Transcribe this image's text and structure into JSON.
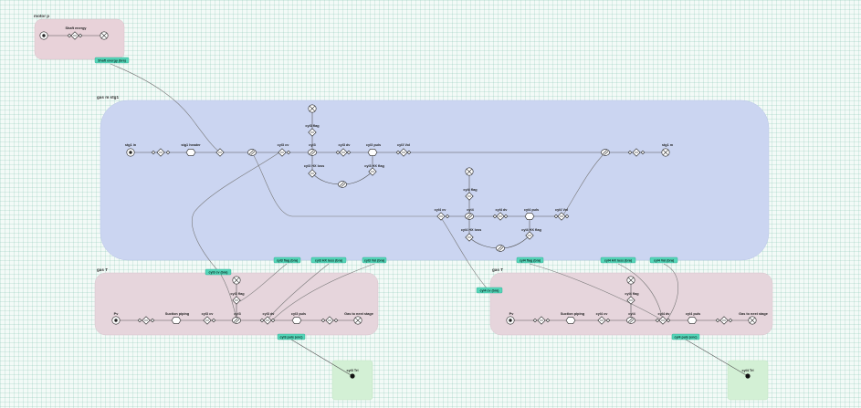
{
  "colors": {
    "motor_box": "#e8d2d9",
    "gas_stage_box": "#cbd5f1",
    "gas_box": "#e6d5dc",
    "sink_box": "#d3f0d5",
    "tag": "#55d6b9"
  },
  "boxes": {
    "motor": "motor p",
    "gas_stg1": "gas m stg1",
    "gas_t_left": "gas T",
    "gas_t_right": "gas T"
  },
  "tags": {
    "shaft_energy": "Shaft energy (bra)",
    "cyl3_cv": "cyl3 cv (bra)",
    "cyl3_flag": "cyl3 flag (bra)",
    "cyl3_hx_loss": "cyl3 HX loss (bra)",
    "cyl3_vol": "cyl3 Vol (bra)",
    "cyl3_puls": "cyl3 puls (enc)",
    "cyl4_cv": "cyl4 cv (bra)",
    "cyl4_flag": "cyl4 flag (bra)",
    "cyl4_hx_loss": "cyl4 HX loss (bra)",
    "cyl4_vol": "cyl4 Vol (bra)",
    "cyl4_puls": "cyl4 puls (enc)"
  },
  "motor": {
    "shaft": "Shaft energy"
  },
  "stg1": {
    "stg1_in": "stg1 in",
    "stg1_header": "stg1 header",
    "top": {
      "cv": "cyl3 cv",
      "flag": "cyl3 flag",
      "cyl": "cyl3",
      "dv": "cyl3 dv",
      "puls": "cyl3 puls",
      "vol": "cyl3 Vol",
      "hx_loss": "cyl3 HX loss",
      "hx_flag": "cyl3 HX flag"
    },
    "mid": {
      "cv": "cyl4 cv",
      "flag": "cyl4 flag",
      "cyl": "cyl4",
      "dv": "cyl4 dv",
      "puls": "cyl4 puls",
      "vol": "cyl4 Vol",
      "hx_loss": "cyl4 HX loss",
      "hx_flag": "cyl4 HX flag"
    },
    "out": "stg1 m"
  },
  "left_gas": {
    "pv": "Pv",
    "suction": "Suction piping",
    "cv": "cyl3 cv",
    "flag": "cyl3 flag",
    "cyl": "cyl3",
    "dv": "cyl3 dv",
    "puls": "cyl3 puls",
    "next": "Gas to next stage"
  },
  "right_gas": {
    "pv": "Pv",
    "suction": "Suction piping",
    "cv": "cyl4 cv",
    "flag": "cyl4 flag",
    "cyl": "cyl4",
    "dv": "cyl4 dv",
    "puls": "cyl4 puls",
    "next": "Gas to next stage"
  },
  "sinks": {
    "left": "cyl3 Trl",
    "right": "cyl4 Trl"
  }
}
